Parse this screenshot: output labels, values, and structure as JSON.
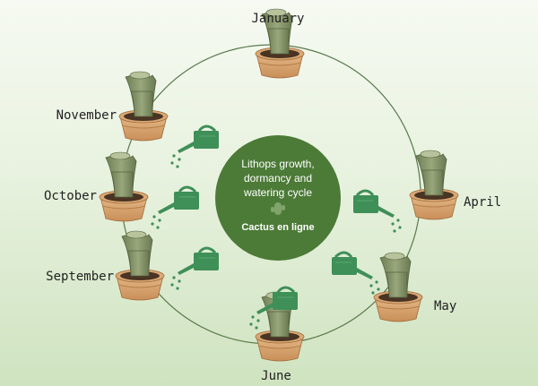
{
  "center": {
    "title_lines": [
      "Lithops growth,",
      "dormancy and",
      "watering cycle"
    ],
    "brand": "Cactus en ligne"
  },
  "months": [
    {
      "label": "January"
    },
    {
      "label": "April"
    },
    {
      "label": "May"
    },
    {
      "label": "June"
    },
    {
      "label": "September"
    },
    {
      "label": "October"
    },
    {
      "label": "November"
    }
  ],
  "icons": {
    "plant": "lithops-pot-icon",
    "watering": "watering-can-icon",
    "brand": "cactus-icon"
  },
  "colors": {
    "ring": "#5a7a4c",
    "center": "#4c7a37",
    "pot": "#d7a36e",
    "soil": "#4a3424",
    "plant": "#7f8f63",
    "can": "#3f8f58"
  }
}
